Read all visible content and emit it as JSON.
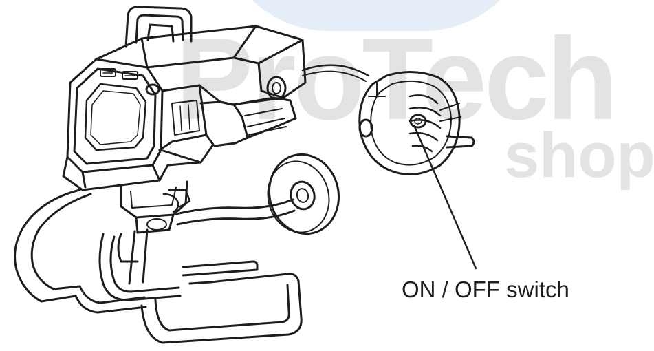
{
  "watermark": {
    "brand_main": "ProTech",
    "brand_sub": "shop",
    "blob_color": "#e5edf8",
    "text_color": "#e3e3e3"
  },
  "diagram": {
    "callout_label": "ON / OFF switch",
    "line_color": "#1d1d1d"
  }
}
